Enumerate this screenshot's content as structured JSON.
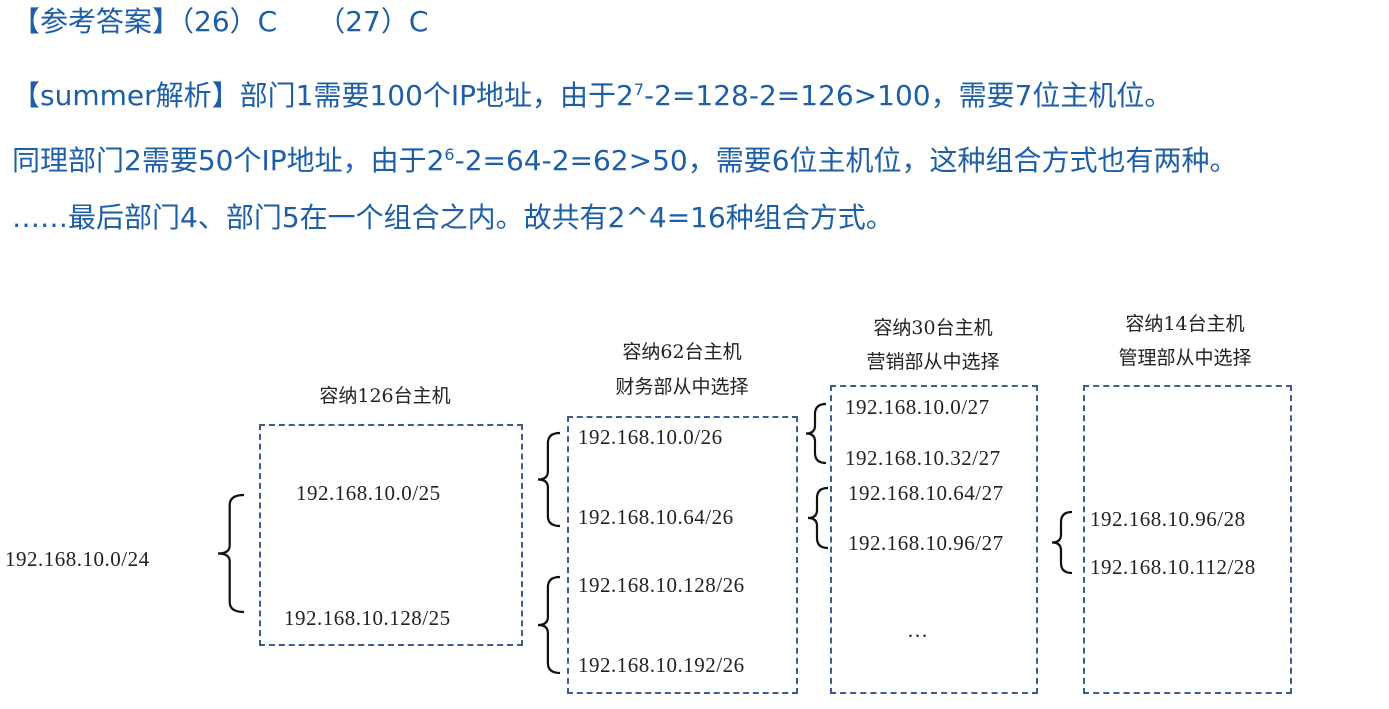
{
  "answer": {
    "label": "【参考答案】",
    "q26": "（26）C",
    "q27": "（27）C"
  },
  "analysis": {
    "line1_a": "【summer解析】部门1需要100个IP地址，由于2",
    "line1_sup": "7",
    "line1_b": "-2=128-2=126>100，需要7位主机位。",
    "line2_a": "同理部门2需要50个IP地址，由于2",
    "line2_sup": "6",
    "line2_b": "-2=64-2=62>50，需要6位主机位，这种组合方式也有两种。",
    "line3": "……最后部门4、部门5在一个组合之内。故共有2^4=16种组合方式。"
  },
  "diagram": {
    "root": "192.168.10.0/24",
    "col1": {
      "title": "容纳126台主机",
      "items": [
        "192.168.10.0/25",
        "192.168.10.128/25"
      ]
    },
    "col2": {
      "title1": "容纳62台主机",
      "title2": "财务部从中选择",
      "items": [
        "192.168.10.0/26",
        "192.168.10.64/26",
        "192.168.10.128/26",
        "192.168.10.192/26"
      ]
    },
    "col3": {
      "title1": "容纳30台主机",
      "title2": "营销部从中选择",
      "items": [
        "192.168.10.0/27",
        "192.168.10.32/27",
        "192.168.10.64/27",
        "192.168.10.96/27"
      ],
      "ellipsis": "…"
    },
    "col4": {
      "title1": "容纳14台主机",
      "title2": "管理部从中选择",
      "items": [
        "192.168.10.96/28",
        "192.168.10.112/28"
      ]
    }
  }
}
